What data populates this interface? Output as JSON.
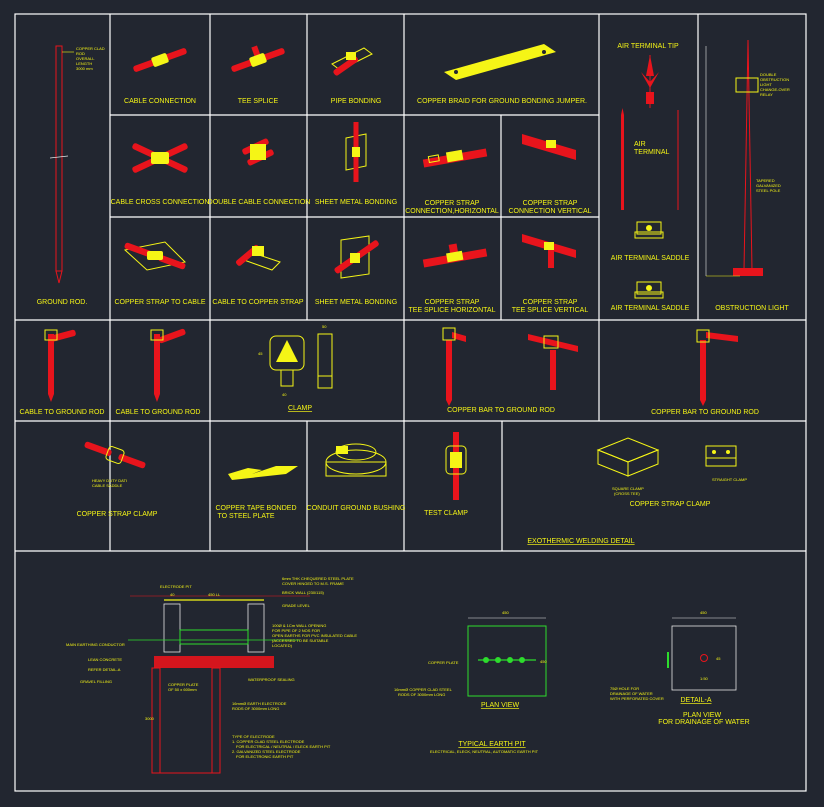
{
  "title": "",
  "colors": {
    "background": "#222630",
    "grid": "#ffffff",
    "label": "#f5f516",
    "copper": "#e8141c",
    "fitting": "#f5f516",
    "ground_line": "#2ddc2d"
  },
  "cells": {
    "ground_rod": "GROUND ROD.",
    "cable_connection": "CABLE CONNECTION",
    "tee_splice": "TEE SPLICE",
    "pipe_bonding": "PIPE BONDING",
    "copper_braid": "COPPER BRAID FOR GROUND BONDING JUMPER.",
    "cable_cross_connection": "CABLE CROSS CONNECTION",
    "double_cable_connection": "DOUBLE CABLE CONNECTION",
    "sheet_metal_bonding_1": "SHEET METAL BONDING",
    "copper_strap_conn_h_1": "COPPER STRAP",
    "copper_strap_conn_h_2": "CONNECTION,HORIZONTAL",
    "copper_strap_conn_v_1": "COPPER STRAP",
    "copper_strap_conn_v_2": "CONNECTION VERTICAL",
    "copper_strap_to_cable": "COPPER STRAP TO CABLE",
    "cable_to_copper_strap": "CABLE TO COPPER STRAP",
    "sheet_metal_bonding_2": "SHEET METAL BONDING",
    "tee_splice_h_1": "COPPER STRAP",
    "tee_splice_h_2": "TEE SPLICE HORIZONTAL",
    "tee_splice_v_1": "COPPER STRAP",
    "tee_splice_v_2": "TEE SPLICE VERTICAL",
    "air_terminal_tip": "AIR TERMINAL TIP",
    "air_terminal_1": "AIR",
    "air_terminal_2": "TERMINAL",
    "air_terminal_saddle_1": "AIR TERMINAL SADDLE",
    "air_terminal_saddle_2": "AIR TERMINAL SADDLE",
    "obstruction_light": "OBSTRUCTION LIGHT",
    "cable_to_ground_rod_1": "CABLE TO GROUND ROD",
    "cable_to_ground_rod_2": "CABLE TO GROUND ROD",
    "clamp": "CLAMP",
    "copper_bar_to_ground_rod_1": "COPPER BAR TO GROUND ROD",
    "copper_bar_to_ground_rod_2": "COPPER BAR TO GROUND ROD",
    "copper_strap_clamp_1": "COPPER STRAP CLAMP",
    "copper_tape_1": "COPPER TAPE BONDED",
    "copper_tape_2": "TO STEEL PLATE",
    "conduit_ground_bushing": "CONDUIT GROUND BUSHING",
    "test_clamp": "TEST CLAMP",
    "copper_strap_clamp_2": "COPPER STRAP CLAMP",
    "exothermic_welding_detail": "EXOTHERMIC WELDING DETAIL"
  },
  "notes": {
    "rod_note_1": "COPPER CLAD",
    "rod_note_2": "ROD",
    "rod_note_3": "OVERALL",
    "rod_note_4": "LENGTH",
    "rod_note_5": "3000 mm",
    "obs_note_1": "DOUBLE",
    "obs_note_2": "OBSTRUCTION",
    "obs_note_3": "LIGHT",
    "obs_note_4": "CHANGE-OVER",
    "obs_note_5": "RELAY",
    "pole_note_1": "TAPERED",
    "pole_note_2": "GALVANIZED",
    "pole_note_3": "STEEL POLE",
    "heavy_duty_1": "HEAVY DUTY DATI",
    "heavy_duty_2": "CABLE SADDLE",
    "square_clamp_1": "SQUARE CLAMP",
    "square_clamp_2": "(CROSS TEE)",
    "straight_clamp": "STRAIGHT CLAMP",
    "dim_45": "45",
    "dim_40": "40",
    "dim_50": "50"
  },
  "earth_pit": {
    "electrode_pit": "ELECTRODE PIT",
    "steel_plate_1": "6mm THK CHEQUERED STEEL PLATE",
    "steel_plate_2": "COVER HINGED TO M.S. FRAME",
    "brick_wall": "BRICK WALL (230/115)",
    "grade_level": "GRADE LEVEL",
    "pvc_pipe_1": "100Ø & 1Cm WALL OPENING",
    "pvc_pipe_2": "FOR PIPE OF 2 NOS FOR",
    "pvc_pipe_3": "OPEN EARTHS FOR PVC INSULATED CABLE",
    "pvc_pipe_4": "(ACCESSED TO BE SUITABLE",
    "pvc_pipe_5": "LOCATED)",
    "main_conductor": "MAIN EARTHING CONDUCTOR",
    "lean_concrete": "LEAN CONCRETE",
    "refer_detail": "REFER DETAIL-A",
    "gravel_filling": "GRAVEL FILLING",
    "copper_plate_1": "COPPER PLATE",
    "copper_plate_2": "OF 50 x 600mm",
    "waterproof_sealing": "WATERPROOF SEALING",
    "earth_electrode_1": "16mmØ EARTH ELECTRODE",
    "earth_electrode_2": "RODS OF 3000mm LONG",
    "type_electrode": "TYPE OF ELECTRODE",
    "type_1": "1. COPPER CLAD STEEL ELECTRODE",
    "type_1b": "FOR ELECTRICAL / NEUTRAL / ELECK EARTH PIT",
    "type_2": "2. GALVANIZED STEEL ELECTRODE",
    "type_2b": "FOR ELECTRONIC EARTH PIT",
    "dim_d1": "40",
    "dim_d2": "450 LL",
    "dim_d3": "3000",
    "plan_copper_plate": "COPPER PLATE",
    "plan_rods_1": "16mmØ COPPER CLAD STEEL",
    "plan_rods_2": "RODS OF 3000mm LONG",
    "plan_view": "PLAN VIEW",
    "typical_earth_pit": "TYPICAL EARTH PIT",
    "typical_sub": "ELECTRICAL, ELECK, NEUTRAL, AUTOMATIC EARTH PIT",
    "plan_dim_top": "450",
    "plan_dim_side": "450",
    "detail_a": "DETAIL-A",
    "detail_dim": "450",
    "detail_hole_1": "75Ø HOLE FOR",
    "detail_hole_2": "DRAINAGE OF WATER",
    "detail_hole_3": "WITH PERFORATED COVER",
    "detail_label_s": "1:50",
    "detail_label_d": "45",
    "plan_view_2": "PLAN VIEW",
    "plan_view_2b": "FOR DRAINAGE OF WATER"
  }
}
